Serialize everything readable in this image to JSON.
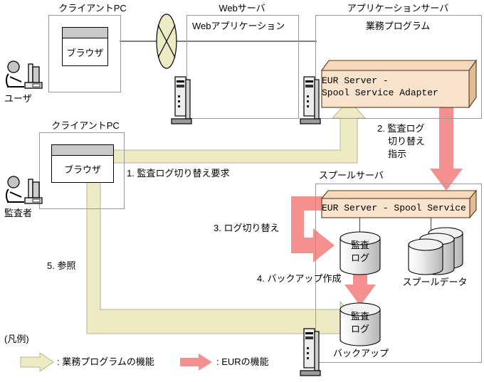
{
  "diagram": {
    "title": "EUR Server audit log switching flow",
    "colors": {
      "pale_arrow": "#ecebc4",
      "pale_arrow_border": "#b9b58d",
      "red_arrow": "#f49090",
      "box_fill": "#fae3cd",
      "box_top": "#f6d9bd",
      "box_side": "#e0bd96",
      "box_border": "#5a3a16",
      "host_border": "#9a9a9a",
      "cylinder": "#d6d6d6",
      "wire": "#808080"
    },
    "hosts": [
      {
        "id": "client-pc-user",
        "label": "クライアントPC"
      },
      {
        "id": "web-server",
        "label": "Webサーバ"
      },
      {
        "id": "app-server",
        "label": "アプリケーションサーバ"
      },
      {
        "id": "client-pc-audit",
        "label": "クライアントPC"
      },
      {
        "id": "spool-server",
        "label": "スプールサーバ"
      }
    ],
    "browsers": [
      {
        "id": "browser-user",
        "label": "ブラウザ"
      },
      {
        "id": "browser-audit",
        "label": "ブラウザ"
      }
    ],
    "actors": [
      {
        "id": "user",
        "label": "ユーザ"
      },
      {
        "id": "auditor",
        "label": "監査者"
      }
    ],
    "inner_labels": {
      "web_application": "Webアプリケーション",
      "business_program": "業務プログラム"
    },
    "components": [
      {
        "id": "eur-adapter",
        "line1": "EUR Server -",
        "line2": "Spool Service Adapter"
      },
      {
        "id": "eur-spool-service",
        "line1": "EUR Server - Spool Service",
        "line2": ""
      }
    ],
    "stores": [
      {
        "id": "audit-log-primary",
        "line1": "監査",
        "line2": "ログ",
        "caption": ""
      },
      {
        "id": "spool-data",
        "line1": "",
        "line2": "",
        "caption": "スプールデータ"
      },
      {
        "id": "audit-log-backup",
        "line1": "監査",
        "line2": "ログ",
        "caption": "バックアップ"
      }
    ],
    "steps": [
      {
        "id": "step-1",
        "text": "1. 監査ログ切り替え要求",
        "kind": "business"
      },
      {
        "id": "step-2",
        "text": "2. 監査ログ\n切り替え\n指示",
        "line1": "2. 監査ログ",
        "line2": "切り替え",
        "line3": "指示",
        "kind": "eur"
      },
      {
        "id": "step-3",
        "text": "3. ログ切り替え",
        "kind": "eur"
      },
      {
        "id": "step-4",
        "text": "4. バックアップ作成",
        "kind": "eur"
      },
      {
        "id": "step-5",
        "text": "5. 参照",
        "kind": "business"
      }
    ],
    "legend": {
      "title": "(凡例)",
      "items": [
        {
          "id": "legend-business",
          "label": ": 業務プログラムの機能",
          "kind": "business"
        },
        {
          "id": "legend-eur",
          "label": ": EURの機能",
          "kind": "eur"
        }
      ]
    }
  }
}
